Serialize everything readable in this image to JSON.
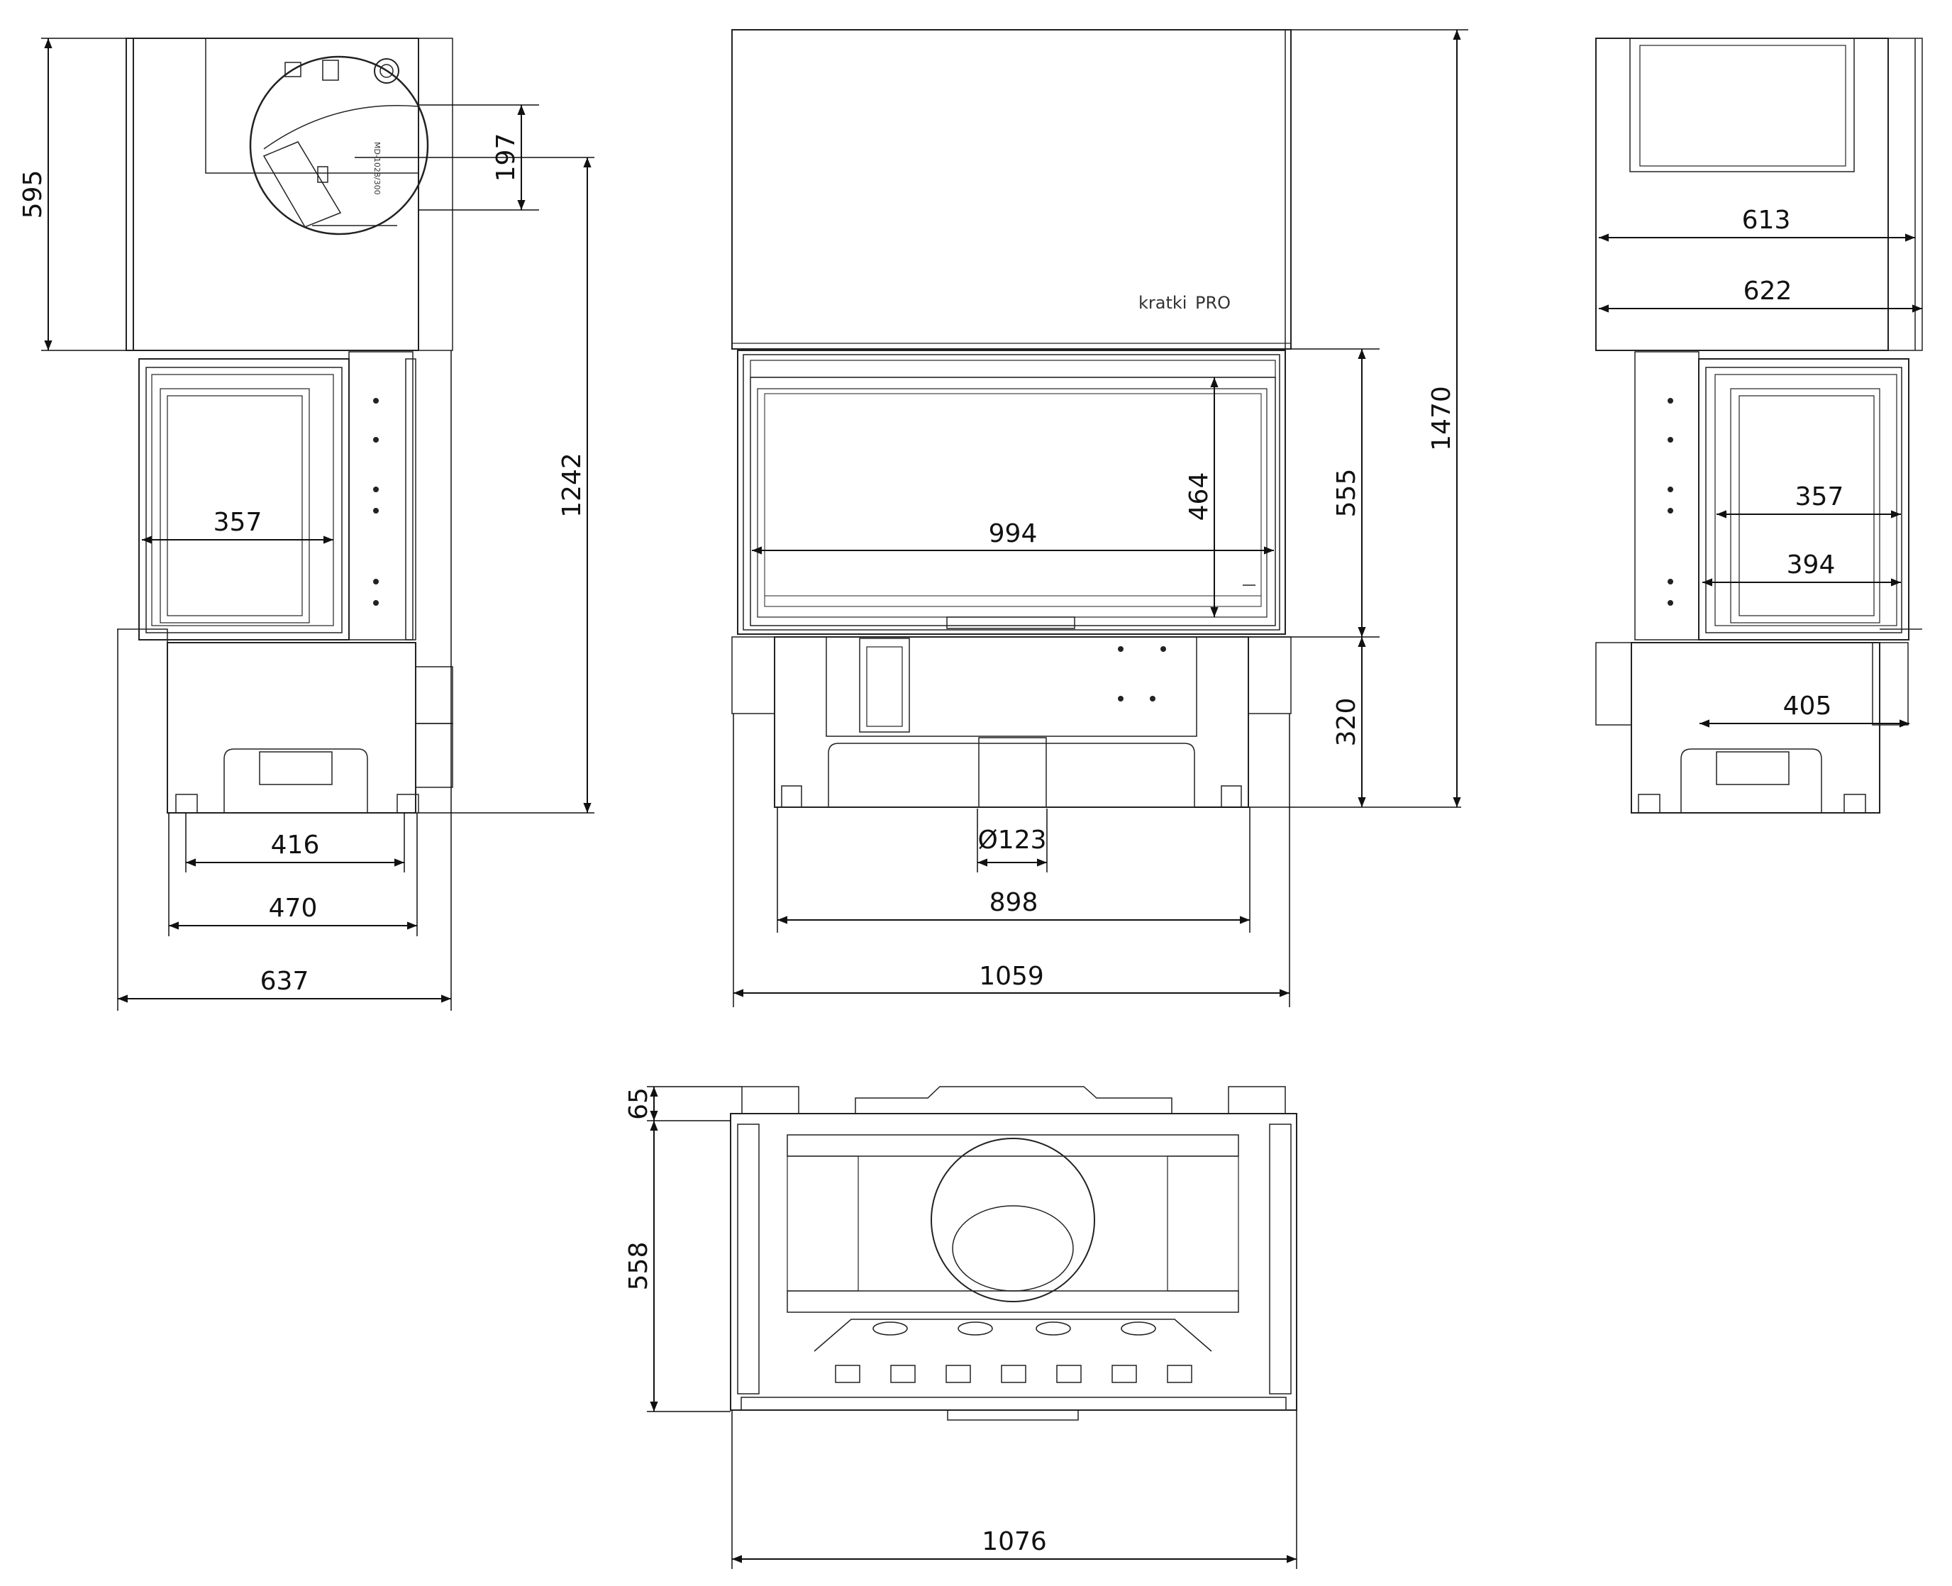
{
  "brand": {
    "logo": "kratki",
    "logo_suffix": "PRO"
  },
  "plate_code": "MD-1028/300",
  "side_view_left": {
    "dims": {
      "top_height": "595",
      "flue_offset": "197",
      "overall_height": "1242",
      "glass_width": "357",
      "feet_inner": "416",
      "feet_outer": "470",
      "total_depth": "637"
    }
  },
  "front_view": {
    "dims": {
      "glass_height": "464",
      "door_height": "555",
      "overall_height": "1470",
      "glass_width": "994",
      "base_height": "320",
      "air_inlet": "Ø123",
      "feet_span": "898",
      "total_width": "1059"
    }
  },
  "side_view_right": {
    "dims": {
      "top_depth_a": "613",
      "top_depth_b": "622",
      "glass_width": "357",
      "frame_width": "394",
      "base_width": "405"
    }
  },
  "top_view": {
    "dims": {
      "rear_offset": "65",
      "depth": "558",
      "width": "1076"
    }
  }
}
